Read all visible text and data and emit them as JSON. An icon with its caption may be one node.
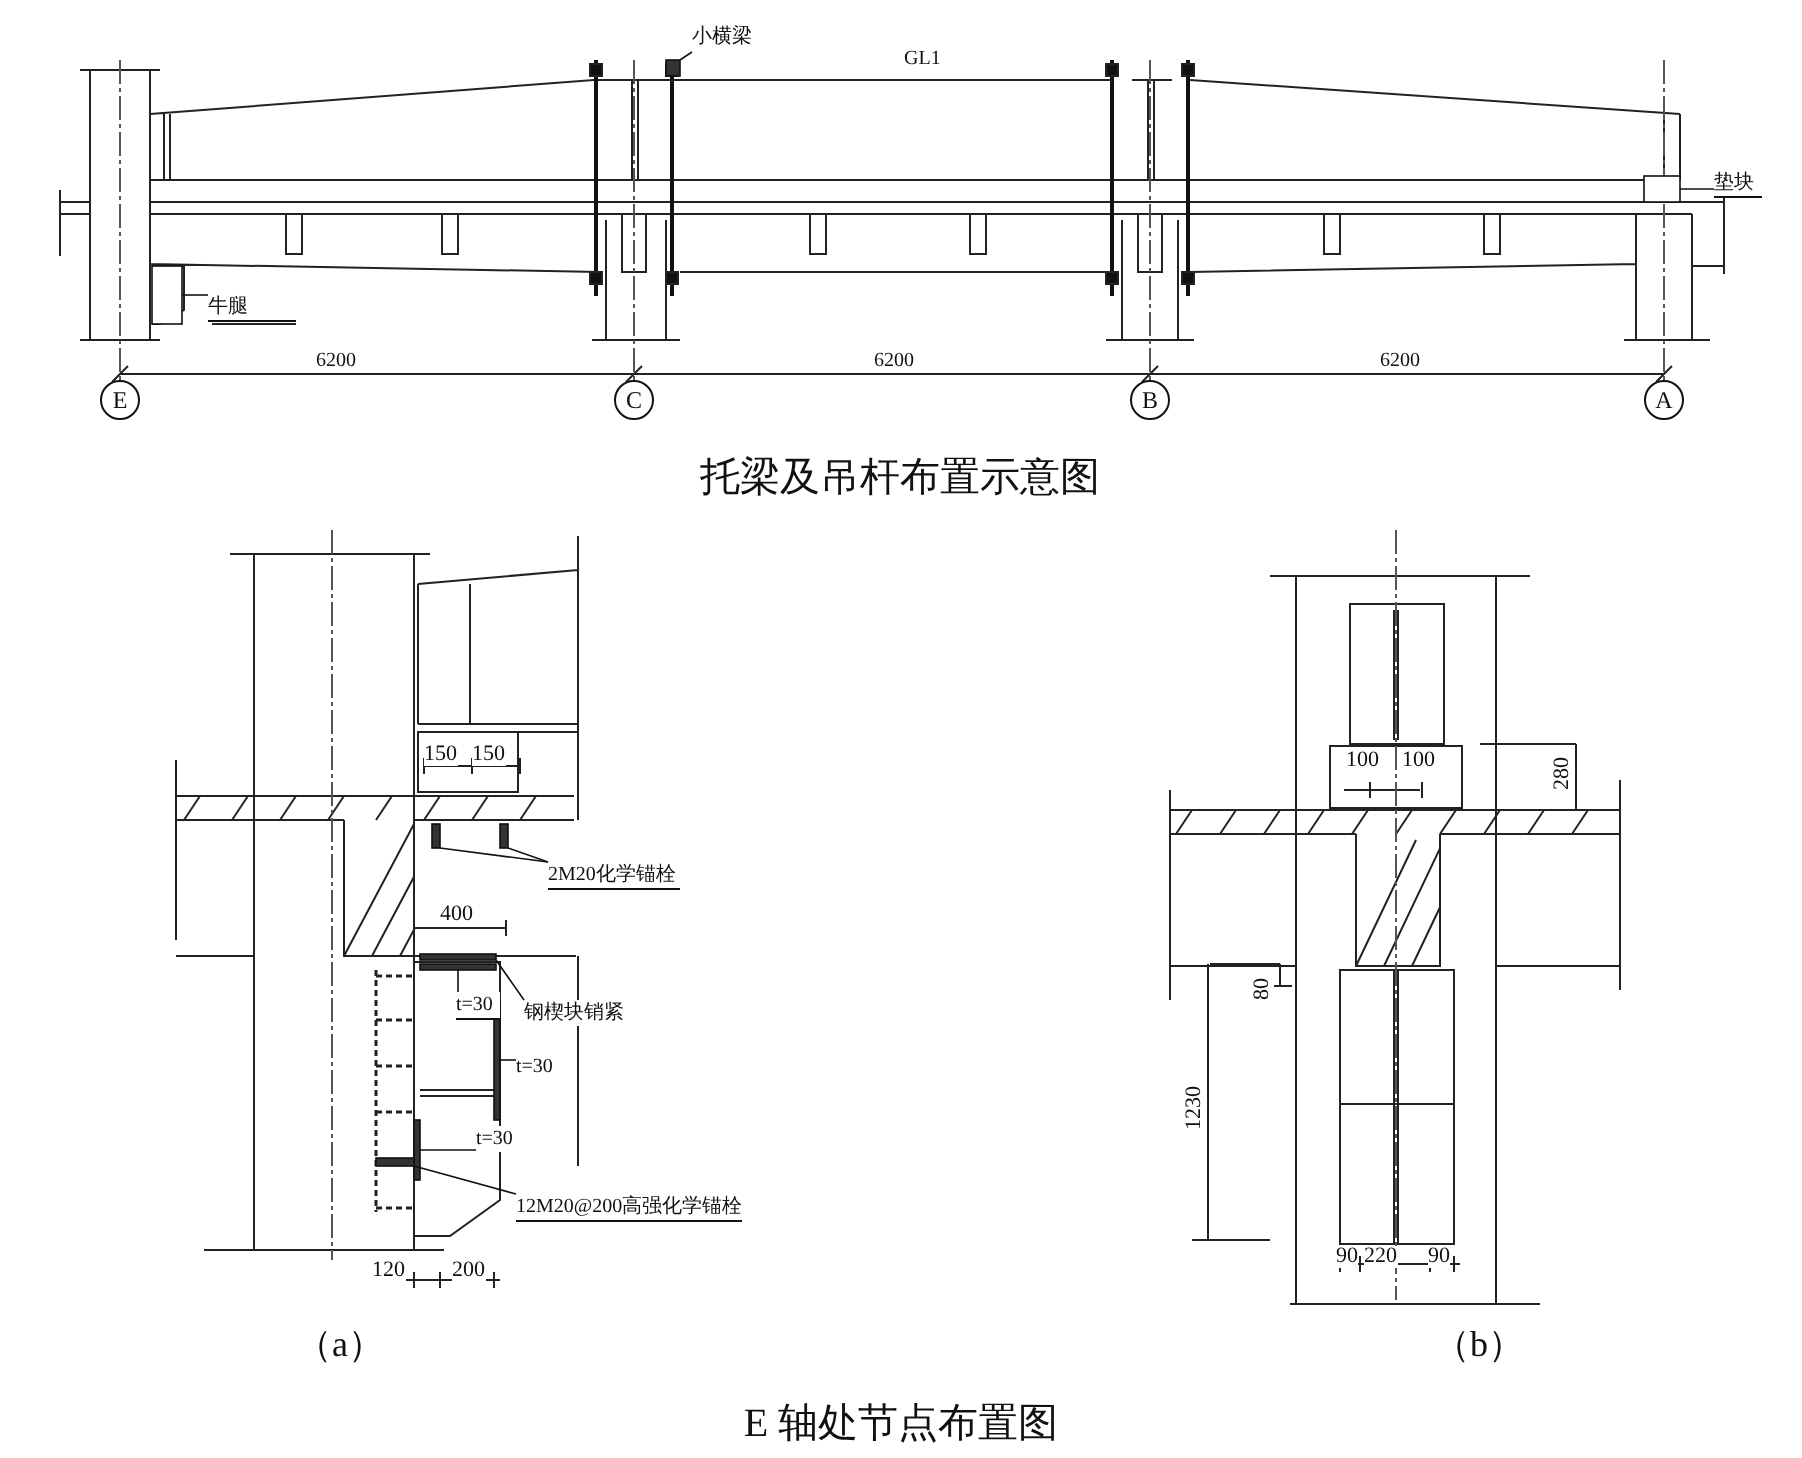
{
  "diagram": {
    "caption": "E 轴处节点布置图",
    "nodes": [
      {
        "text": [
          "小横梁"
        ]
      },
      {
        "text": [],
        "shape": "bar"
      },
      {
        "text": [
          "垫块"
        ]
      },
      {
        "text": [],
        "shape": "box"
      },
      {
        "text": [
          "牛腿"
        ]
      },
      {
        "text": [],
        "shape": "box"
      },
      {
        "text": [
          "E"
        ]
      },
      {
        "text": [
          "C"
        ]
      },
      {
        "text": [
          "B"
        ]
      },
      {
        "text": [
          "A"
        ]
      },
      {
        "text": [
          "2M20化学锚栓"
        ]
      },
      {
        "text": [],
        "shape": "bar"
      },
      {
        "text": [],
        "shape": "bar"
      },
      {
        "text": [
          "钢楔块销紧"
        ]
      },
      {
        "text": [],
        "shape": "bar"
      },
      {
        "text": [
          "t=30"
        ]
      },
      {
        "text": [],
        "shape": "bar"
      },
      {
        "text": [
          "t=30"
        ]
      },
      {
        "text": [],
        "shape": "bar"
      },
      {
        "text": [
          "t=30"
        ]
      },
      {
        "text": [],
        "shape": "bar"
      },
      {
        "text": [
          "12M20@200高强化学锚栓"
        ]
      },
      {
        "text": [],
        "shape": "bar"
      }
    ],
    "edges": [
      {
        "from": 0,
        "to": 1,
        "arrow": "none"
      },
      {
        "from": 2,
        "to": 3,
        "arrow": "none"
      },
      {
        "from": 4,
        "to": 5,
        "arrow": "none"
      },
      {
        "from": 10,
        "to": 11,
        "arrow": "none"
      },
      {
        "from": 10,
        "to": 12,
        "arrow": "none"
      },
      {
        "from": 13,
        "to": 14,
        "arrow": "none"
      },
      {
        "from": 15,
        "to": 16,
        "arrow": "none"
      },
      {
        "from": 17,
        "to": 18,
        "arrow": "none"
      },
      {
        "from": 19,
        "to": 20,
        "arrow": "none"
      },
      {
        "from": 21,
        "to": 22,
        "arrow": "none"
      }
    ],
    "labels": [
      "GL1",
      "6200",
      "6200",
      "6200",
      "托梁及吊杆布置示意图",
      "150",
      "150",
      "400",
      "120",
      "200",
      "（a）",
      "100",
      "100",
      "280",
      "80",
      "1230",
      "90",
      "220",
      "90",
      "（b）"
    ]
  }
}
